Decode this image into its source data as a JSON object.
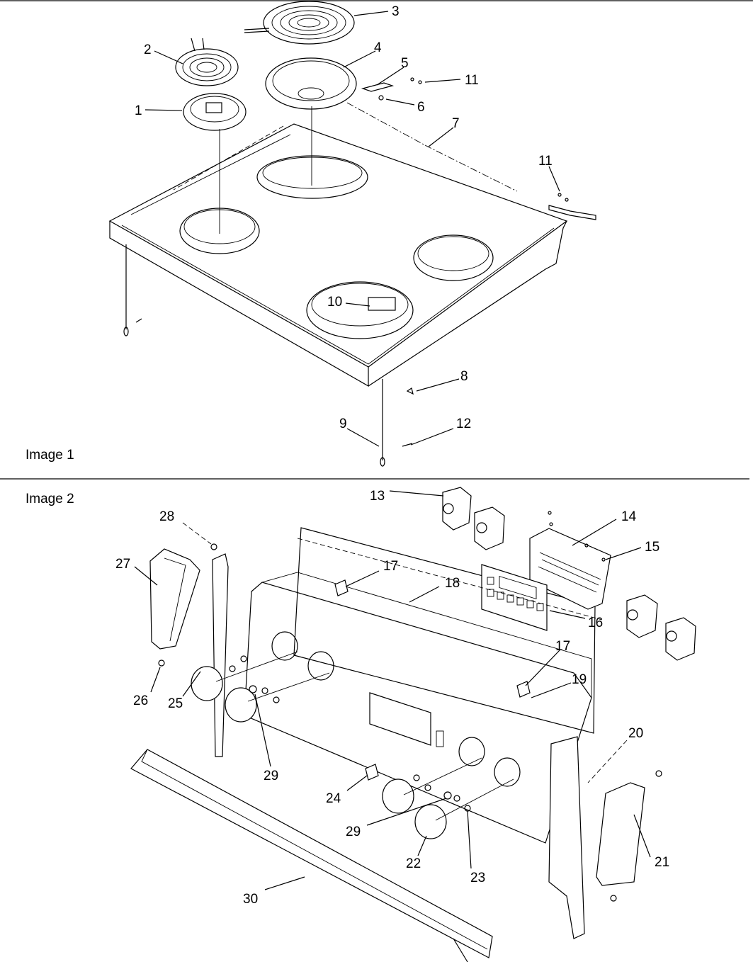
{
  "labels": {
    "image_1": "Image 1",
    "image_2": "Image 2"
  },
  "callouts": [
    "1",
    "2",
    "3",
    "4",
    "5",
    "6",
    "7",
    "8",
    "9",
    "10",
    "11",
    "11",
    "12",
    "13",
    "14",
    "15",
    "16",
    "17",
    "17",
    "18",
    "19",
    "20",
    "21",
    "22",
    "23",
    "24",
    "25",
    "26",
    "27",
    "28",
    "29",
    "29",
    "30"
  ]
}
